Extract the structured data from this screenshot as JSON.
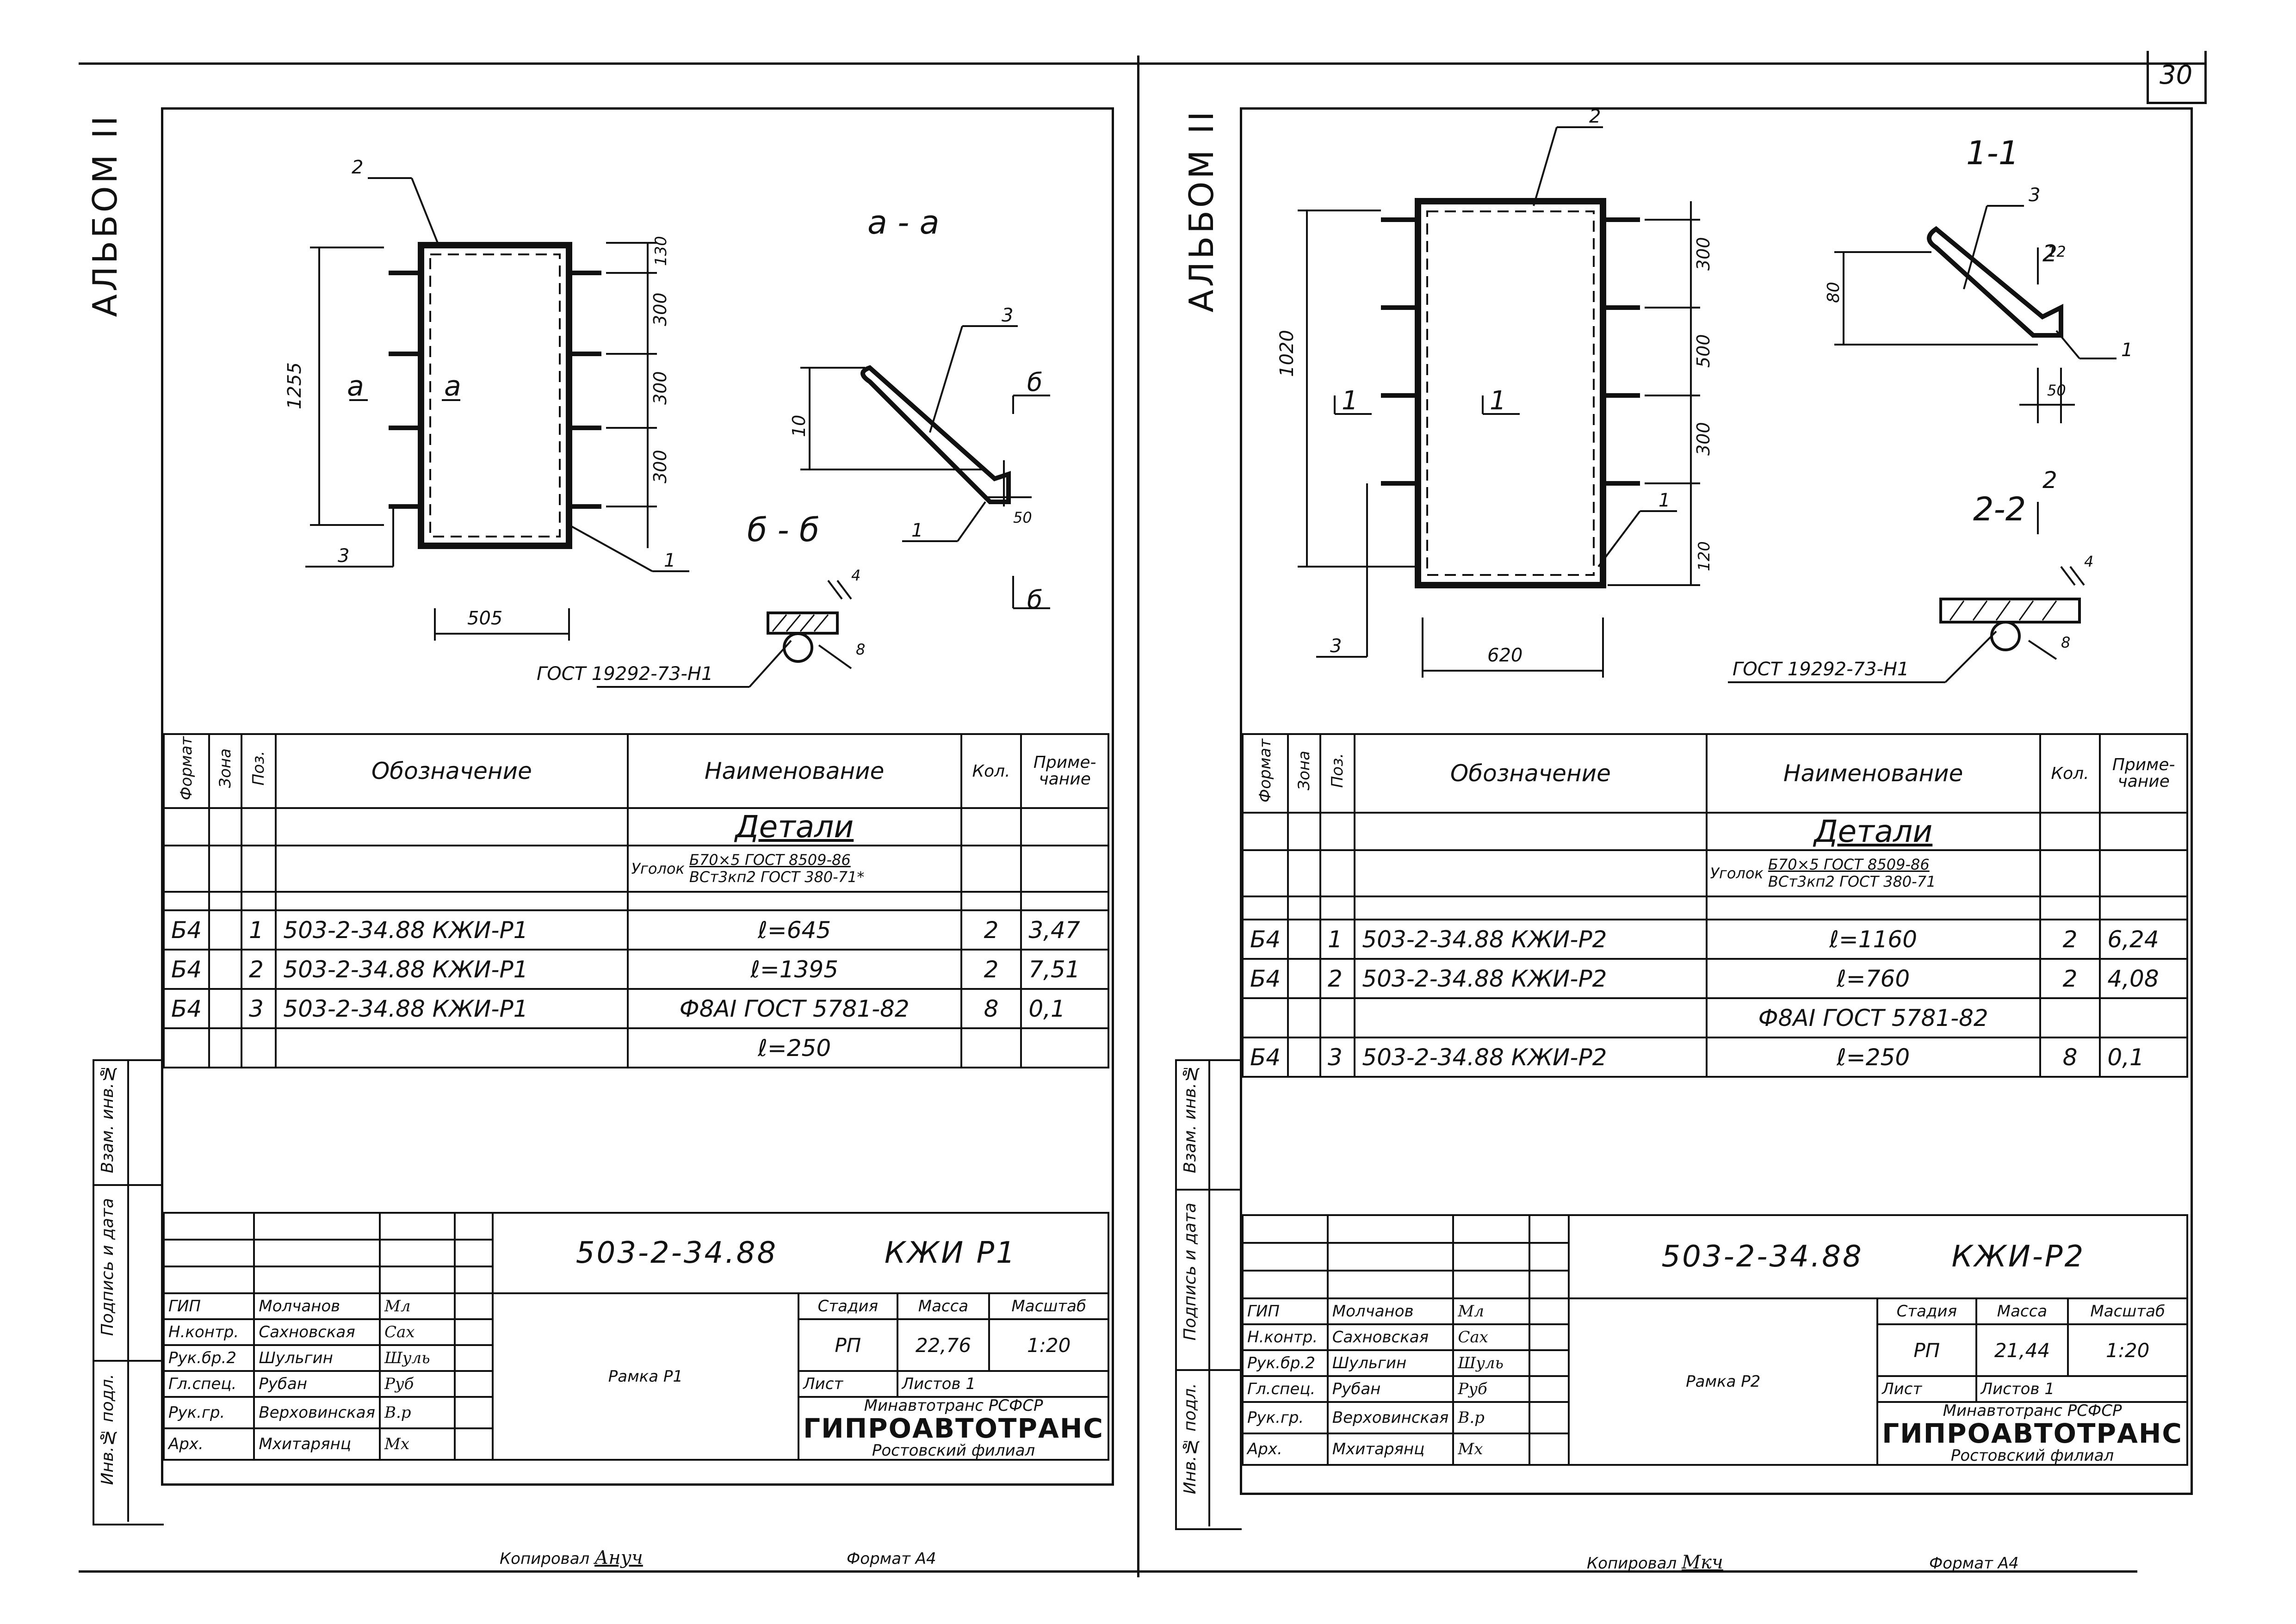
{
  "page_number": "30",
  "footer": {
    "left": {
      "copied_label": "Копировал",
      "copied_sign": "Ануч",
      "format_label": "Формат А4"
    },
    "right": {
      "copied_label": "Копировал",
      "copied_sign": "Мкч",
      "format_label": "Формат А4"
    }
  },
  "sheets": [
    {
      "album": "АЛЬБОМ II",
      "side_stamps": [
        "Инв.№ подл.",
        "Подпись и дата",
        "Взам. инв.№"
      ],
      "drawing": {
        "section_aa": "а - а",
        "section_bb": "б - б",
        "dims": [
          "1255",
          "505",
          "130",
          "300",
          "300",
          "300",
          "10",
          "50",
          "4",
          "8"
        ],
        "markers": [
          "а",
          "а",
          "б",
          "б"
        ],
        "positions": [
          "1",
          "2",
          "3",
          "1",
          "3"
        ],
        "weld_label": "ГОСТ 19292-73-Н1"
      },
      "spec_header": {
        "format": "Формат",
        "zone": "Зона",
        "pos": "Поз.",
        "designation": "Обозначение",
        "name": "Наименование",
        "qty": "Кол.",
        "note": "Приме- чание"
      },
      "spec_section": "Детали",
      "spec_material": {
        "prefix": "Уголок",
        "top": "Б70×5 ГОСТ 8509-86",
        "bottom": "ВСт3кп2 ГОСТ 380-71*"
      },
      "spec_rows": [
        {
          "format": "Б4",
          "pos": "1",
          "designation": "503-2-34.88  КЖИ-Р1",
          "name": "ℓ=645",
          "qty": "2",
          "note": "3,47"
        },
        {
          "format": "Б4",
          "pos": "2",
          "designation": "503-2-34.88  КЖИ-Р1",
          "name": "ℓ=1395",
          "qty": "2",
          "note": "7,51"
        },
        {
          "format": "Б4",
          "pos": "3",
          "designation": "503-2-34.88  КЖИ-Р1",
          "name": "Ф8АI ГОСТ 5781-82",
          "qty": "8",
          "note": "0,1"
        },
        {
          "format": "",
          "pos": "",
          "designation": "",
          "name": "ℓ=250",
          "qty": "",
          "note": ""
        }
      ],
      "title_block": {
        "code": "503-2-34.88",
        "mark": "КЖИ Р1",
        "title": "Рамка Р1",
        "stage_label": "Стадия",
        "mass_label": "Масса",
        "scale_label": "Масштаб",
        "stage": "РП",
        "mass": "22,76",
        "scale": "1:20",
        "sheet_label": "Лист",
        "sheets_label": "Листов",
        "sheets_count": "1",
        "org1": "Минавтотранс РСФСР",
        "org2": "ГИПРОАВТОТРАНС",
        "org3": "Ростовский филиал",
        "people": [
          {
            "role": "ГИП",
            "name": "Молчанов",
            "sign": "Мл"
          },
          {
            "role": "Н.контр.",
            "name": "Сахновская",
            "sign": "Сах"
          },
          {
            "role": "Рук.бр.2",
            "name": "Шульгин",
            "sign": "Шуль"
          },
          {
            "role": "Гл.спец.",
            "name": "Рубан",
            "sign": "Руб"
          },
          {
            "role": "Рук.гр.",
            "name": "Верховинская",
            "sign": "В.р"
          },
          {
            "role": "Арх.",
            "name": "Мхитарянц",
            "sign": "Мх"
          }
        ]
      }
    },
    {
      "album": "АЛЬБОМ II",
      "side_stamps": [
        "Инв.№ подл.",
        "Подпись и дата",
        "Взам. инв.№"
      ],
      "drawing": {
        "section_11": "1-1",
        "section_22": "2-2",
        "dims": [
          "1020",
          "620",
          "300",
          "500",
          "300",
          "120",
          "80",
          "12",
          "50",
          "4",
          "8"
        ],
        "markers": [
          "1",
          "1",
          "2",
          "2"
        ],
        "positions": [
          "2",
          "3",
          "1",
          "3",
          "1"
        ],
        "weld_label": "ГОСТ 19292-73-Н1"
      },
      "spec_header": {
        "format": "Формат",
        "zone": "Зона",
        "pos": "Поз.",
        "designation": "Обозначение",
        "name": "Наименование",
        "qty": "Кол.",
        "note": "Приме- чание"
      },
      "spec_section": "Детали",
      "spec_material": {
        "prefix": "Уголок",
        "top": "Б70×5 ГОСТ 8509-86",
        "bottom": "ВСт3кп2 ГОСТ 380-71"
      },
      "spec_rows": [
        {
          "format": "Б4",
          "pos": "1",
          "designation": "503-2-34.88  КЖИ-Р2",
          "name": "ℓ=1160",
          "qty": "2",
          "note": "6,24"
        },
        {
          "format": "Б4",
          "pos": "2",
          "designation": "503-2-34.88  КЖИ-Р2",
          "name": "ℓ=760",
          "qty": "2",
          "note": "4,08"
        },
        {
          "format": "",
          "pos": "",
          "designation": "",
          "name": "Ф8АI ГОСТ 5781-82",
          "qty": "",
          "note": ""
        },
        {
          "format": "Б4",
          "pos": "3",
          "designation": "503-2-34.88  КЖИ-Р2",
          "name": "ℓ=250",
          "qty": "8",
          "note": "0,1"
        }
      ],
      "title_block": {
        "code": "503-2-34.88",
        "mark": "КЖИ-Р2",
        "title": "Рамка Р2",
        "stage_label": "Стадия",
        "mass_label": "Масса",
        "scale_label": "Масштаб",
        "stage": "РП",
        "mass": "21,44",
        "scale": "1:20",
        "sheet_label": "Лист",
        "sheets_label": "Листов",
        "sheets_count": "1",
        "org1": "Минавтотранс РСФСР",
        "org2": "ГИПРОАВТОТРАНС",
        "org3": "Ростовский филиал",
        "people": [
          {
            "role": "ГИП",
            "name": "Молчанов",
            "sign": "Мл"
          },
          {
            "role": "Н.контр.",
            "name": "Сахновская",
            "sign": "Сах"
          },
          {
            "role": "Рук.бр.2",
            "name": "Шульгин",
            "sign": "Шуль"
          },
          {
            "role": "Гл.спец.",
            "name": "Рубан",
            "sign": "Руб"
          },
          {
            "role": "Рук.гр.",
            "name": "Верховинская",
            "sign": "В.р"
          },
          {
            "role": "Арх.",
            "name": "Мхитарянц",
            "sign": "Мх"
          }
        ]
      }
    }
  ]
}
